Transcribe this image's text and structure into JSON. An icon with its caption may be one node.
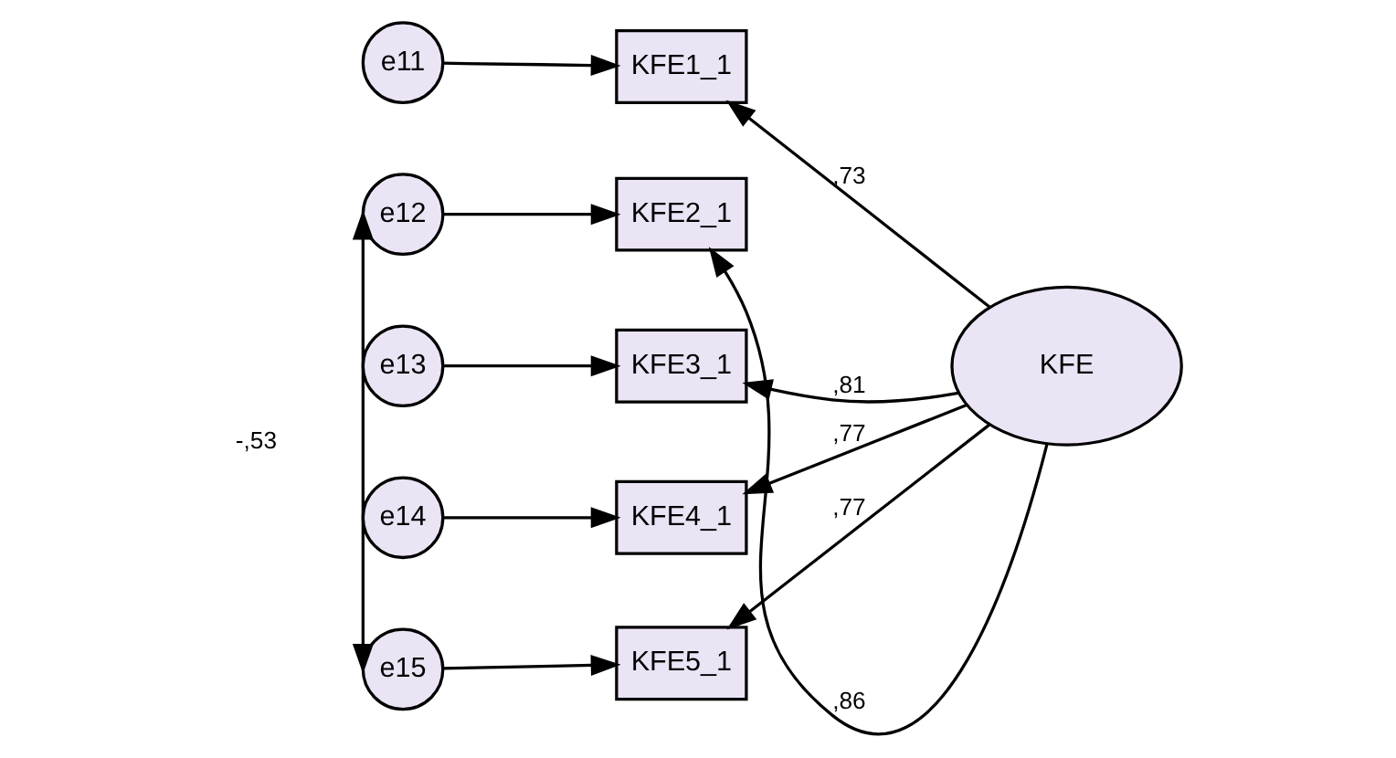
{
  "diagram": {
    "nodes": [
      {
        "text": [
          "e11"
        ]
      },
      {
        "text": [
          "e12"
        ]
      },
      {
        "text": [
          "e13"
        ]
      },
      {
        "text": [
          "e14"
        ]
      },
      {
        "text": [
          "e15"
        ]
      },
      {
        "text": [
          "KFE1_1"
        ]
      },
      {
        "text": [
          "KFE2_1"
        ]
      },
      {
        "text": [
          "KFE3_1"
        ]
      },
      {
        "text": [
          "KFE4_1"
        ]
      },
      {
        "text": [
          "KFE5_1"
        ]
      },
      {
        "text": [
          "KFE"
        ]
      }
    ],
    "edges": [
      {
        "from": 0,
        "to": 5,
        "arrow": "to"
      },
      {
        "from": 1,
        "to": 6,
        "arrow": "to"
      },
      {
        "from": 2,
        "to": 7,
        "arrow": "to"
      },
      {
        "from": 3,
        "to": 8,
        "arrow": "to"
      },
      {
        "from": 4,
        "to": 9,
        "arrow": "to"
      },
      {
        "from": 10,
        "to": 5,
        "arrow": "to",
        "label": ",73"
      },
      {
        "from": 10,
        "to": 6,
        "arrow": "to",
        "label": ",86"
      },
      {
        "from": 10,
        "to": 7,
        "arrow": "to",
        "label": ",81"
      },
      {
        "from": 10,
        "to": 8,
        "arrow": "to",
        "label": ",77"
      },
      {
        "from": 10,
        "to": 9,
        "arrow": "to",
        "label": ",77"
      },
      {
        "from": 1,
        "to": 4,
        "arrow": "both",
        "label": "-,53"
      }
    ]
  }
}
